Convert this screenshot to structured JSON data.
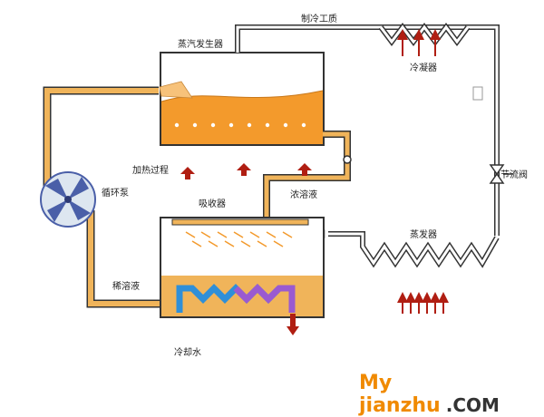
{
  "diagram": {
    "labels": {
      "refrigerant": "制冷工质",
      "generator": "蒸汽发生器",
      "condenser": "冷凝器",
      "heating": "加热过程",
      "throttle": "节流阀",
      "pump": "循环泵",
      "absorber": "吸收器",
      "strong_solution": "浓溶液",
      "evaporator": "蒸发器",
      "weak_solution": "稀溶液",
      "cooling_water": "冷却水"
    },
    "colors": {
      "solution": "#f0b45a",
      "hot_liquid": "#f39a2c",
      "pipe_outline": "#333333",
      "arrow_red": "#b01e12",
      "coil_blue": "#2f8fd8",
      "coil_purple": "#9a5ad0",
      "pump_blue": "#4a5fa8"
    },
    "icons": [
      "fan-icon",
      "valve-icon",
      "heat-arrow-icon"
    ]
  },
  "watermark": {
    "my": "My",
    "site": " jianzhu",
    "com": ".COM"
  }
}
